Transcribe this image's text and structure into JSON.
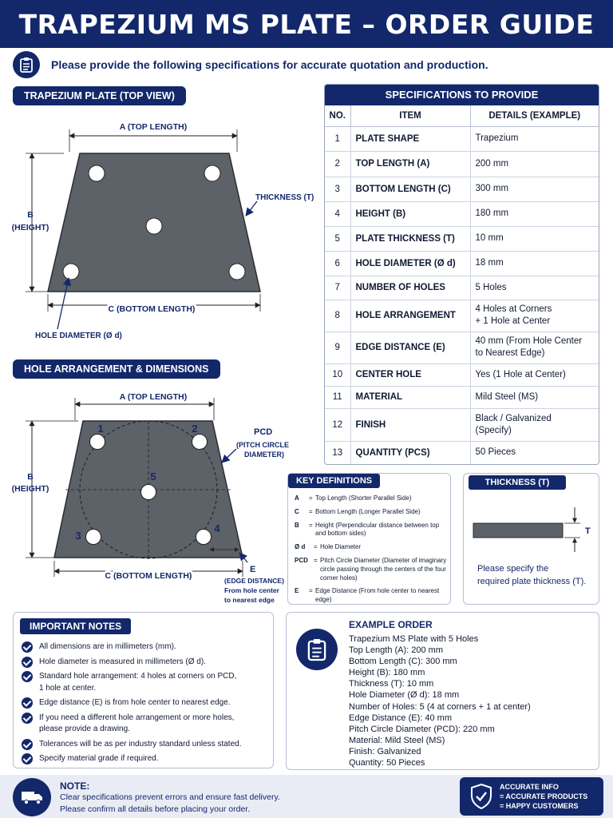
{
  "title": "TRAPEZIUM MS PLATE – ORDER GUIDE",
  "intro": "Please provide the following specifications for accurate quotation and production.",
  "top_view": {
    "heading": "TRAPEZIUM PLATE (TOP VIEW)",
    "a_label": "A (TOP LENGTH)",
    "b_label_1": "B",
    "b_label_2": "(HEIGHT)",
    "c_label": "C (BOTTOM LENGTH)",
    "thickness_label": "THICKNESS (T)",
    "hole_label": "HOLE DIAMETER (Ø d)"
  },
  "hole_view": {
    "heading": "HOLE ARRANGEMENT & DIMENSIONS",
    "a_label": "A (TOP LENGTH)",
    "b_label_1": "B",
    "b_label_2": "(HEIGHT)",
    "c_label": "C (BOTTOM LENGTH)",
    "pcd_label": "PCD",
    "pcd_sub_1": "(PITCH CIRCLE",
    "pcd_sub_2": "DIAMETER)",
    "e_label": "E",
    "e_sub_1": "(EDGE DISTANCE)",
    "e_sub_2": "From hole center",
    "e_sub_3": "to nearest edge",
    "hole_numbers": [
      "1",
      "2",
      "3",
      "4",
      "5"
    ]
  },
  "spec": {
    "title": "SPECIFICATIONS TO PROVIDE",
    "headers": [
      "NO.",
      "ITEM",
      "DETAILS (EXAMPLE)"
    ],
    "rows": [
      {
        "no": "1",
        "item": "PLATE SHAPE",
        "detail": "Trapezium"
      },
      {
        "no": "2",
        "item": "TOP LENGTH (A)",
        "detail": "200 mm"
      },
      {
        "no": "3",
        "item": "BOTTOM LENGTH (C)",
        "detail": "300 mm"
      },
      {
        "no": "4",
        "item": "HEIGHT (B)",
        "detail": "180 mm"
      },
      {
        "no": "5",
        "item": "PLATE THICKNESS (T)",
        "detail": "10 mm"
      },
      {
        "no": "6",
        "item": "HOLE DIAMETER (Ø d)",
        "detail": "18 mm"
      },
      {
        "no": "7",
        "item": "NUMBER OF HOLES",
        "detail": "5 Holes"
      },
      {
        "no": "8",
        "item": "HOLE ARRANGEMENT",
        "detail": "4 Holes at Corners\n+ 1 Hole at Center"
      },
      {
        "no": "9",
        "item": "EDGE DISTANCE (E)",
        "detail": "40 mm (From Hole Center\nto Nearest Edge)"
      },
      {
        "no": "10",
        "item": "CENTER HOLE",
        "detail": "Yes (1 Hole at Center)"
      },
      {
        "no": "11",
        "item": "MATERIAL",
        "detail": "Mild Steel (MS)"
      },
      {
        "no": "12",
        "item": "FINISH",
        "detail": "Black / Galvanized\n(Specify)"
      },
      {
        "no": "13",
        "item": "QUANTITY (PCS)",
        "detail": "50 Pieces"
      }
    ]
  },
  "key_definitions": {
    "title": "KEY DEFINITIONS",
    "items": [
      {
        "key": "A",
        "text": "Top Length (Shorter Parallel Side)"
      },
      {
        "key": "C",
        "text": "Bottom Length (Longer Parallel Side)"
      },
      {
        "key": "B",
        "text": "Height (Perpendicular distance between top and bottom sides)"
      },
      {
        "key": "Ø d",
        "text": "Hole Diameter"
      },
      {
        "key": "PCD",
        "text": "Pitch Circle Diameter (Diameter of imaginary circle passing through the centers of the four corner holes)"
      },
      {
        "key": "E",
        "text": "Edge Distance (From hole center to nearest edge)"
      }
    ]
  },
  "thickness_box": {
    "title": "THICKNESS (T)",
    "t_label": "T",
    "line1": "Please specify the",
    "line2": "required plate thickness (T)."
  },
  "important_notes": {
    "title": "IMPORTANT NOTES",
    "items": [
      "All dimensions are in millimeters (mm).",
      "Hole diameter is measured in millimeters (Ø d).",
      "Standard hole arrangement: 4 holes at corners on PCD,\n1 hole at center.",
      "Edge distance (E) is from hole center to nearest edge.",
      "If you need a different hole arrangement or more holes,\nplease provide a drawing.",
      "Tolerances will be as per industry standard unless stated.",
      "Specify material grade if required."
    ]
  },
  "example_order": {
    "title": "EXAMPLE ORDER",
    "lines": [
      "Trapezium MS Plate with 5 Holes",
      "Top Length (A): 200 mm",
      "Bottom Length (C): 300 mm",
      "Height (B): 180 mm",
      "Thickness (T): 10 mm",
      "Hole Diameter (Ø d): 18 mm",
      "Number of Holes: 5 (4 at corners + 1 at center)",
      "Edge Distance (E): 40 mm",
      "Pitch Circle Diameter (PCD): 220 mm",
      "Material: Mild Steel (MS)",
      "Finish: Galvanized",
      "Quantity: 50 Pieces"
    ]
  },
  "footer": {
    "note_label": "NOTE:",
    "line1": "Clear specifications prevent errors and ensure fast delivery.",
    "line2": "Please confirm all details before placing your order.",
    "badge": [
      "ACCURATE INFO",
      "= ACCURATE PRODUCTS",
      "= HAPPY CUSTOMERS"
    ]
  },
  "colors": {
    "navy": "#13286b",
    "plate": "#5d6168",
    "light_bg": "#e9ecf4"
  },
  "icons": [
    "clipboard-icon",
    "check-icon",
    "truck-icon",
    "shield-check-icon"
  ]
}
